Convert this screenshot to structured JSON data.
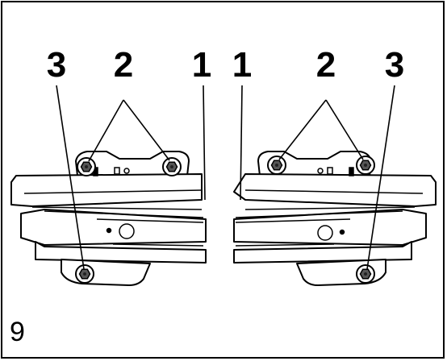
{
  "callouts": {
    "c3_left": "3",
    "c2_left": "2",
    "c1_left": "1",
    "c1_right": "1",
    "c2_right": "2",
    "c3_right": "3"
  },
  "figure_number": "9"
}
